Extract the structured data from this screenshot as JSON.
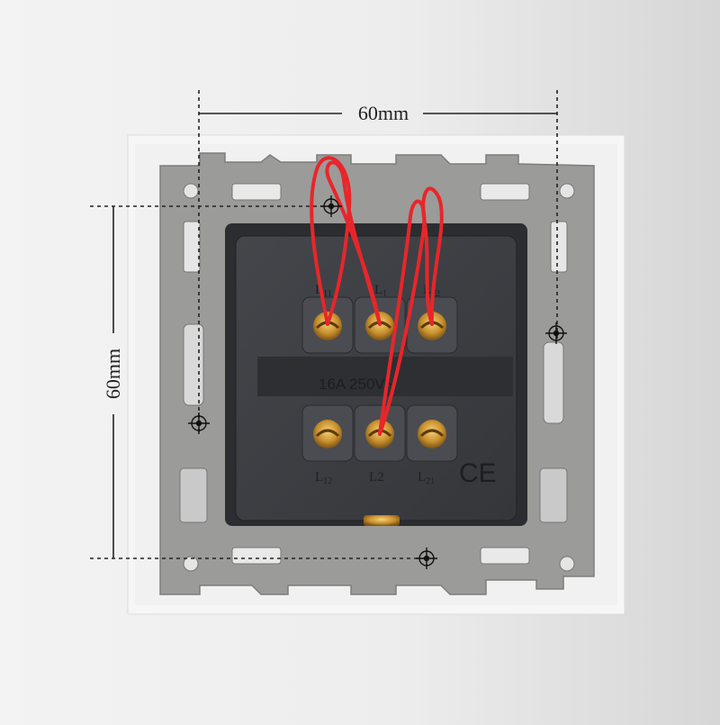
{
  "dimensions": {
    "width_label": "60mm",
    "height_label": "60mm"
  },
  "terminals": {
    "top": [
      "L11",
      "L1",
      "L22"
    ],
    "bottom": [
      "L12",
      "L2",
      "L21"
    ],
    "top_sub": [
      "1",
      "",
      "2"
    ],
    "bottom_sub": [
      "2",
      "",
      "1"
    ],
    "top_main": [
      "L",
      "L",
      "L"
    ],
    "bottom_main": [
      "L",
      "L",
      "L"
    ]
  },
  "rating": "16A 250V~",
  "certification": "CE",
  "colors": {
    "frame_white": "#f4f4f4",
    "bracket_gray": "#9a9a98",
    "module_dark": "#3b3d41",
    "wire_red": "#e8262a",
    "terminal_brass": "#c9902e",
    "dimension_line": "#222222"
  }
}
